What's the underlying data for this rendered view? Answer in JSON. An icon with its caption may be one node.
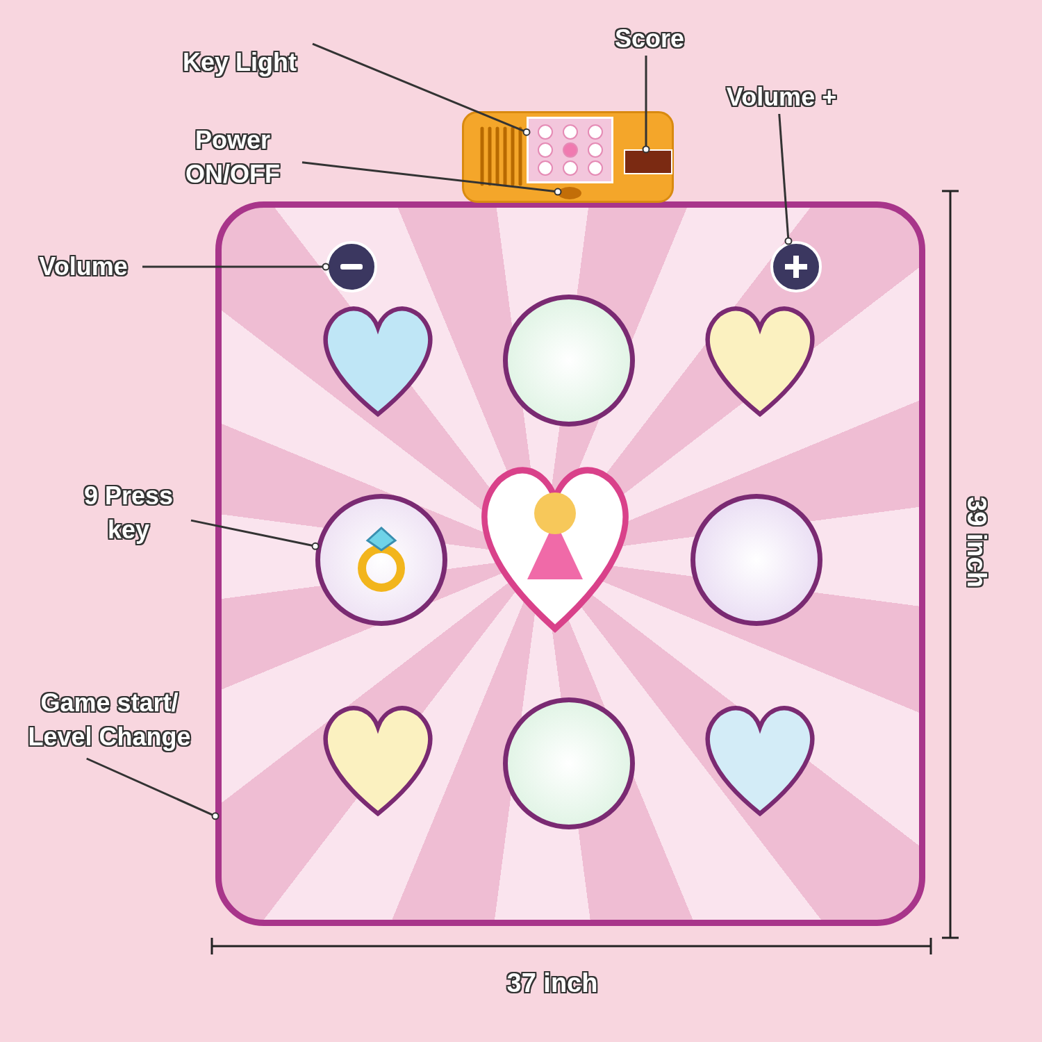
{
  "diagram": {
    "nodes": [
      {
        "text": [
          "Score"
        ]
      },
      {
        "text": [
          "Key Light"
        ]
      },
      {
        "text": [
          "Volume +"
        ]
      },
      {
        "text": [
          "Power ON/OFF"
        ]
      },
      {
        "text": [],
        "shape": "picture"
      },
      {
        "text": [],
        "shape": "box",
        "in": 4
      },
      {
        "text": [],
        "shape": "box",
        "in": 4
      },
      {
        "text": [],
        "shape": "circle",
        "in": 4
      },
      {
        "text": [
          "Volume"
        ]
      },
      {
        "text": [],
        "shape": "picture"
      },
      {
        "text": [],
        "shape": "circle",
        "in": 9
      },
      {
        "text": [],
        "shape": "circle",
        "in": 9
      },
      {
        "text": [
          "9 Press key"
        ]
      },
      {
        "text": [],
        "shape": "circle",
        "in": 9
      },
      {
        "text": [
          "Game start/ Level Change"
        ]
      },
      {
        "text": [],
        "shape": "heart",
        "in": 9
      },
      {
        "text": [],
        "shape": "circle",
        "in": 9
      },
      {
        "text": [],
        "shape": "heart",
        "in": 9
      },
      {
        "text": [],
        "shape": "heart",
        "in": 9
      },
      {
        "text": [],
        "shape": "circle",
        "in": 9
      },
      {
        "text": [],
        "shape": "heart",
        "in": 9
      },
      {
        "text": [],
        "shape": "circle",
        "in": 9
      },
      {
        "text": [],
        "shape": "heart",
        "in": 9
      }
    ],
    "edges": [
      {
        "from": 1,
        "to": 5,
        "arrow": "other"
      },
      {
        "from": 0,
        "to": 6,
        "arrow": "other"
      },
      {
        "from": 2,
        "to": 11,
        "arrow": "other"
      },
      {
        "from": 3,
        "to": 7,
        "arrow": "other"
      },
      {
        "from": 8,
        "to": 10,
        "arrow": "other"
      },
      {
        "from": 12,
        "to": 13,
        "arrow": "other"
      },
      {
        "from": 14,
        "to": 9,
        "arrow": "other"
      }
    ],
    "labels": [
      "39 inch",
      "37 inch"
    ]
  }
}
